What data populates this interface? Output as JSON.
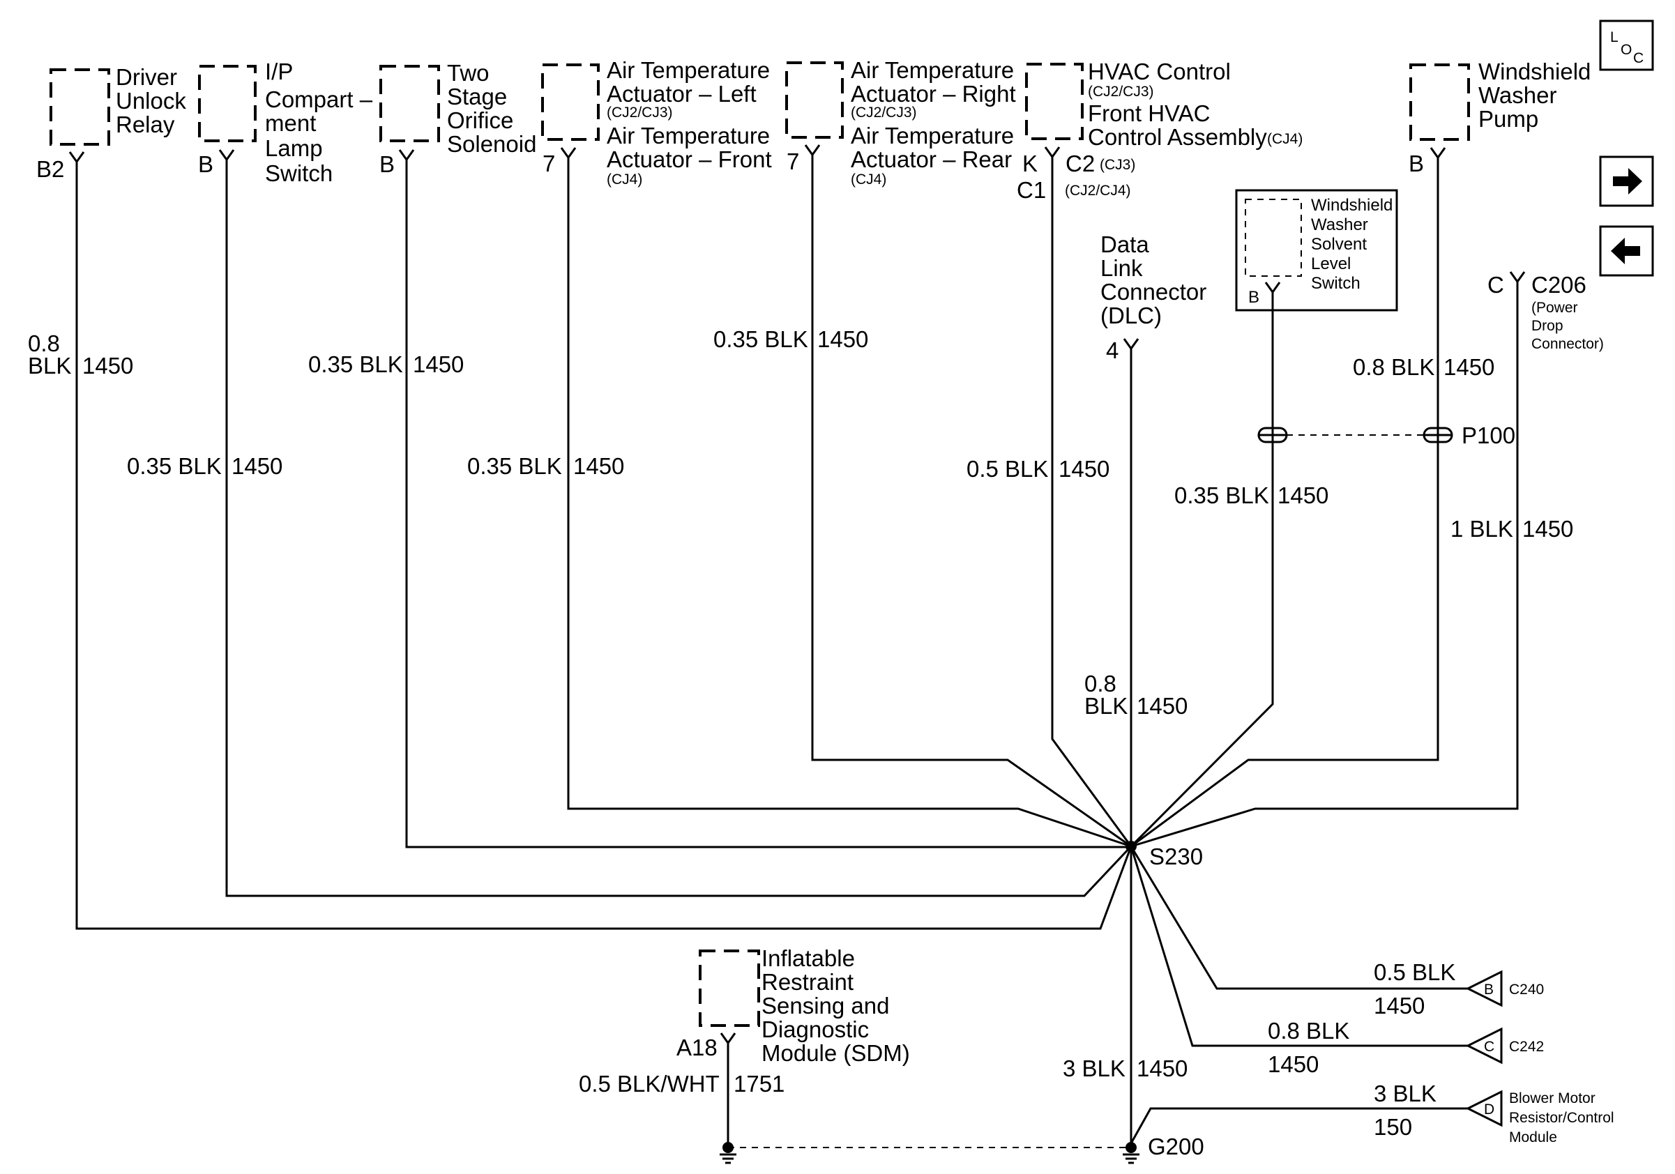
{
  "nav": {
    "loc_l": "L",
    "loc_o": "O",
    "loc_c": "C"
  },
  "components": {
    "driver_unlock_relay": {
      "lines": [
        "Driver",
        "Unlock",
        "Relay"
      ],
      "pin": "B2"
    },
    "ip_lamp_switch": {
      "lines": [
        "I/P",
        "Compart –",
        "ment",
        "Lamp",
        "Switch"
      ],
      "pin": "B"
    },
    "two_stage_solenoid": {
      "lines": [
        "Two",
        "Stage",
        "Orifice",
        "Solenoid"
      ],
      "pin": "B"
    },
    "air_temp_left": {
      "line1": "Air Temperature",
      "line2": "Actuator – Left",
      "note1": "(CJ2/CJ3)",
      "line3": "Air Temperature",
      "line4": "Actuator – Front",
      "note2": "(CJ4)",
      "pin": "7"
    },
    "air_temp_right": {
      "line1": "Air Temperature",
      "line2": "Actuator – Right",
      "note1": "(CJ2/CJ3)",
      "line3": "Air Temperature",
      "line4": "Actuator – Rear",
      "note2": "(CJ4)",
      "pin": "7"
    },
    "hvac_control": {
      "line1": "HVAC Control",
      "note1": "(CJ2/CJ3)",
      "line2": "Front HVAC",
      "line3": "Control Assembly",
      "note2": "(CJ4)",
      "pin_k": "K",
      "pin_c1": "C1",
      "pin_c2": "C2",
      "note_c2": "(CJ3)",
      "note_c2b": "(CJ2/CJ4)"
    },
    "washer_pump": {
      "lines": [
        "Windshield",
        "Washer",
        "Pump"
      ],
      "pin": "B"
    },
    "dlc": {
      "lines": [
        "Data",
        "Link",
        "Connector",
        "(DLC)"
      ],
      "pin": "4"
    },
    "solvent_switch": {
      "lines": [
        "Windshield",
        "Washer",
        "Solvent",
        "Level",
        "Switch"
      ],
      "pin": "B"
    },
    "c206": {
      "pin": "C",
      "name": "C206",
      "notes": [
        "(Power",
        "Drop",
        "Connector)"
      ]
    },
    "sdm": {
      "lines": [
        "Inflatable",
        "Restraint",
        "Sensing and",
        "Diagnostic",
        "Module (SDM)"
      ],
      "pin": "A18"
    }
  },
  "wires": {
    "w_driver": {
      "gauge1": "0.8",
      "gauge2": "BLK",
      "circuit": "1450"
    },
    "w_ip": {
      "gauge": "0.35 BLK",
      "circuit": "1450"
    },
    "w_solenoid": {
      "gauge": "0.35 BLK",
      "circuit": "1450"
    },
    "w_left": {
      "gauge": "0.35 BLK",
      "circuit": "1450"
    },
    "w_right": {
      "gauge": "0.35 BLK",
      "circuit": "1450"
    },
    "w_hvac": {
      "gauge": "0.5 BLK",
      "circuit": "1450"
    },
    "w_dlc": {
      "gauge1": "0.8",
      "gauge2": "BLK",
      "circuit": "1450"
    },
    "w_solvent": {
      "gauge": "0.35 BLK",
      "circuit": "1450"
    },
    "w_pump_top": {
      "gauge": "0.8 BLK",
      "circuit": "1450"
    },
    "w_pump_bottom": {
      "gauge": "1 BLK",
      "circuit": "1450"
    },
    "w_ground": {
      "gauge": "3 BLK",
      "circuit": "1450"
    },
    "w_sdm": {
      "gauge": "0.5 BLK/WHT",
      "circuit": "1751"
    },
    "w_c240": {
      "gauge": "0.5 BLK",
      "circuit": "1450",
      "pin": "B",
      "connector": "C240"
    },
    "w_c242": {
      "gauge": "0.8 BLK",
      "circuit": "1450",
      "pin": "C",
      "connector": "C242"
    },
    "w_blower": {
      "gauge": "3 BLK",
      "circuit": "150",
      "pin": "D",
      "lines": [
        "Blower Motor",
        "Resistor/Control",
        "Module"
      ]
    }
  },
  "splices": {
    "s230": "S230",
    "p100": "P100",
    "g200": "G200"
  }
}
